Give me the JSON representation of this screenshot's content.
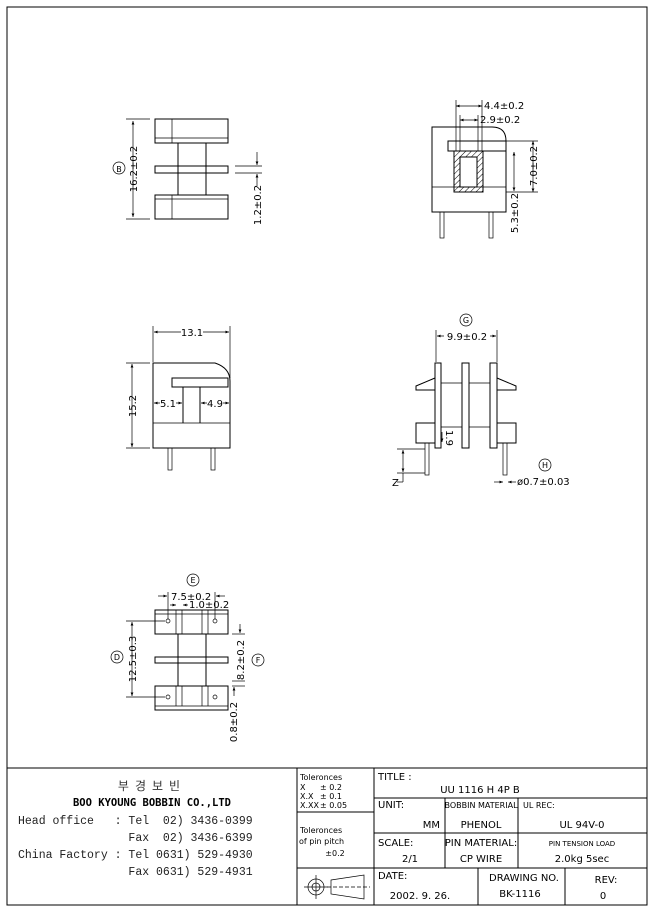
{
  "views": {
    "side": {
      "label_b": "B",
      "height_dim": "16.2±0.2",
      "flange_dim": "1.2±0.2"
    },
    "section": {
      "dim_outer": "4.4±0.2",
      "dim_inner": "2.9±0.2",
      "dim_height": "7.0±0.2",
      "dim_lower": "5.3±0.2"
    },
    "front": {
      "width_dim": "13.1",
      "height_dim": "15.2",
      "left_dim": "5.1",
      "right_dim": "4.9"
    },
    "end": {
      "label_g": "G",
      "width_dim": "9.9±0.2",
      "pin_dim": "1.9",
      "label_z": "Z",
      "label_h": "H",
      "pin_dia": "ø0.7±0.03"
    },
    "bottom": {
      "label_e": "E",
      "dim_75": "7.5±0.2",
      "dim_10": "1.0±0.2",
      "label_d": "D",
      "dim_125": "12.5±0.3",
      "dim_82": "8.2±0.2",
      "label_f": "F",
      "dim_08": "0.8±0.2"
    }
  },
  "company": {
    "korean_name": "부경보빈",
    "name": "BOO KYOUNG BOBBIN CO.,LTD",
    "lines": [
      "Head office   : Tel  02) 3436-0399",
      "                Fax  02) 3436-6399",
      "China Factory : Tel 0631) 529-4930",
      "                Fax 0631) 529-4931"
    ]
  },
  "tolerances": {
    "title": "Toleronces",
    "rows": [
      [
        "X",
        "± 0.2"
      ],
      [
        "X.X",
        "± 0.1"
      ],
      [
        "X.XX",
        "± 0.05"
      ]
    ],
    "pitch_title_1": "Toleronces",
    "pitch_title_2": "of pin pitch",
    "pitch_value": "±0.2"
  },
  "title_block": {
    "title_label": "TITLE :",
    "title": "UU 1116 H 4P B",
    "unit_label": "UNIT:",
    "unit": "MM",
    "bobbin_material_label": "BOBBIN MATERIAL",
    "bobbin_material": "PHENOL",
    "ul_label": "UL REC:",
    "ul": "UL 94V-0",
    "scale_label": "SCALE:",
    "scale": "2/1",
    "pin_material_label": "PIN MATERIAL:",
    "pin_material": "CP WIRE",
    "pin_tension_label": "PIN TENSION LOAD",
    "pin_tension": "2.0kg 5sec",
    "date_label": "DATE:",
    "date": "2002. 9. 26.",
    "drawing_no_label": "DRAWING NO.",
    "drawing_no": "BK-1116",
    "rev_label": "REV:",
    "rev": "0"
  }
}
